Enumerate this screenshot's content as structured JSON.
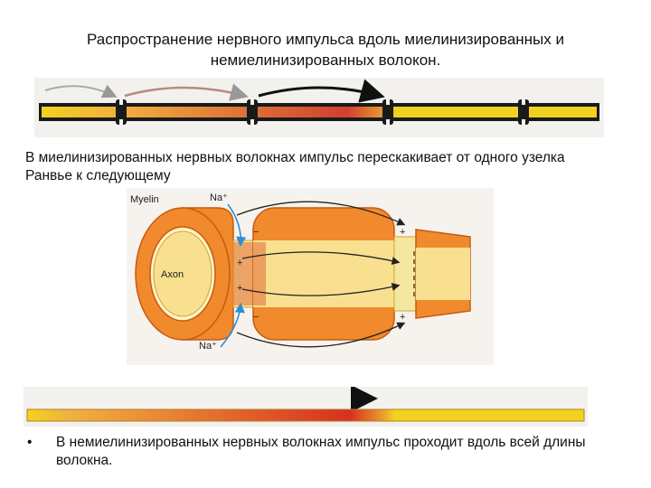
{
  "slide": {
    "title": "Распространение нервного импульса вдоль миелинизированных и немиелинизированных волокон.",
    "caption_myelinated": "В миелинизированных нервных волокнах импульс перескакивает от одного узелка Ранвье к следующему",
    "bullet_symbol": "•",
    "caption_unmyelinated": "В немиелинизированных нервных волокнах импульс проходит вдоль всей длины волокна."
  },
  "diagram": {
    "label_myelin": "Myelin",
    "label_axon": "Axon",
    "label_na_top": "Na⁺",
    "label_na_bottom": "Na⁺",
    "colors": {
      "myelin": "#f08a2c",
      "axon": "#f8e090",
      "impulse": "#c8202a",
      "resting": "#f2d21e",
      "ion_arrow": "#2a8fd6"
    }
  }
}
